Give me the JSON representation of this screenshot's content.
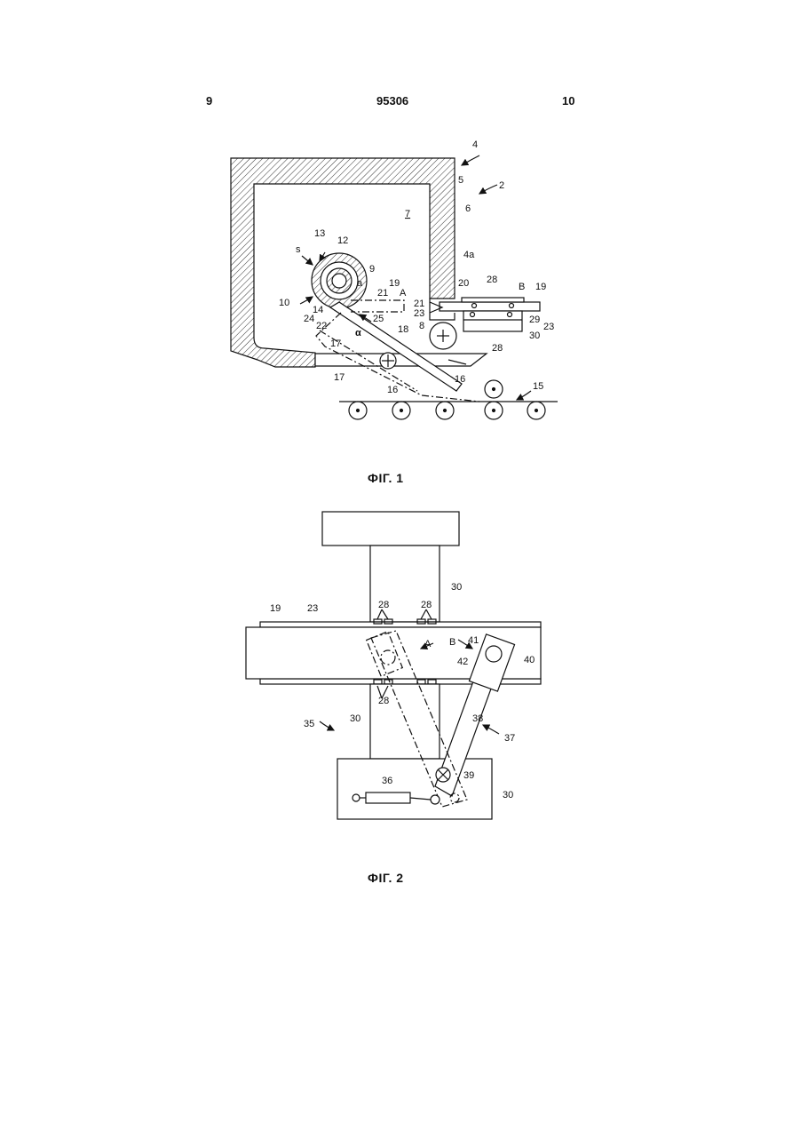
{
  "header": {
    "left": "9",
    "center": "95306",
    "right": "10"
  },
  "figure1": {
    "caption": "ФІГ. 1",
    "labels": {
      "l4": "4",
      "l2": "2",
      "l5": "5",
      "l6": "6",
      "l7": "7",
      "l4a": "4a",
      "l13": "13",
      "l12": "12",
      "ls": "s",
      "l9": "9",
      "l10": "10",
      "la": "a",
      "l19a": "19",
      "l21a": "21",
      "lA": "A",
      "l14": "14",
      "l24": "24",
      "l22": "22",
      "l25": "25",
      "l23a": "23",
      "lalpha": "α",
      "l18": "18",
      "l8": "8",
      "l17a": "17",
      "l17b": "17",
      "l16a": "16",
      "l16b": "16",
      "l15": "15",
      "l21b": "21",
      "l20": "20",
      "l28a": "28",
      "lB": "B",
      "l19b": "19",
      "l29": "29",
      "l23b": "23",
      "l28b": "28",
      "l30": "30"
    }
  },
  "figure2": {
    "caption": "ФІГ. 2",
    "labels": {
      "l30a": "30",
      "l19": "19",
      "l23": "23",
      "l28a": "28",
      "l28b": "28",
      "lA": "A",
      "lB": "B",
      "l41": "41",
      "l42": "42",
      "l40": "40",
      "l28c": "28",
      "l35": "35",
      "l30b": "30",
      "l38": "38",
      "l37": "37",
      "l36": "36",
      "l39": "39",
      "l30c": "30"
    }
  }
}
